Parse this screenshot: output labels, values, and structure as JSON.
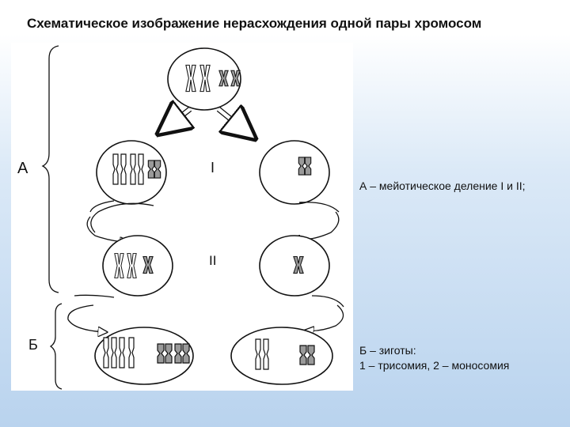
{
  "title": "Схематическое изображение нерасхождения одной пары хромосом",
  "diagram": {
    "stage_label_a": "А",
    "stage_label_b": "Б",
    "division_label_1": "I",
    "division_label_2": "II"
  },
  "captions": {
    "a": "А – мейотическое деление I и II;",
    "b_line1": "Б – зиготы:",
    "b_line2": "1 – трисомия, 2 – моносомия"
  },
  "colors": {
    "gray_chromosome": "#9a9a9a",
    "outline": "#111111"
  }
}
